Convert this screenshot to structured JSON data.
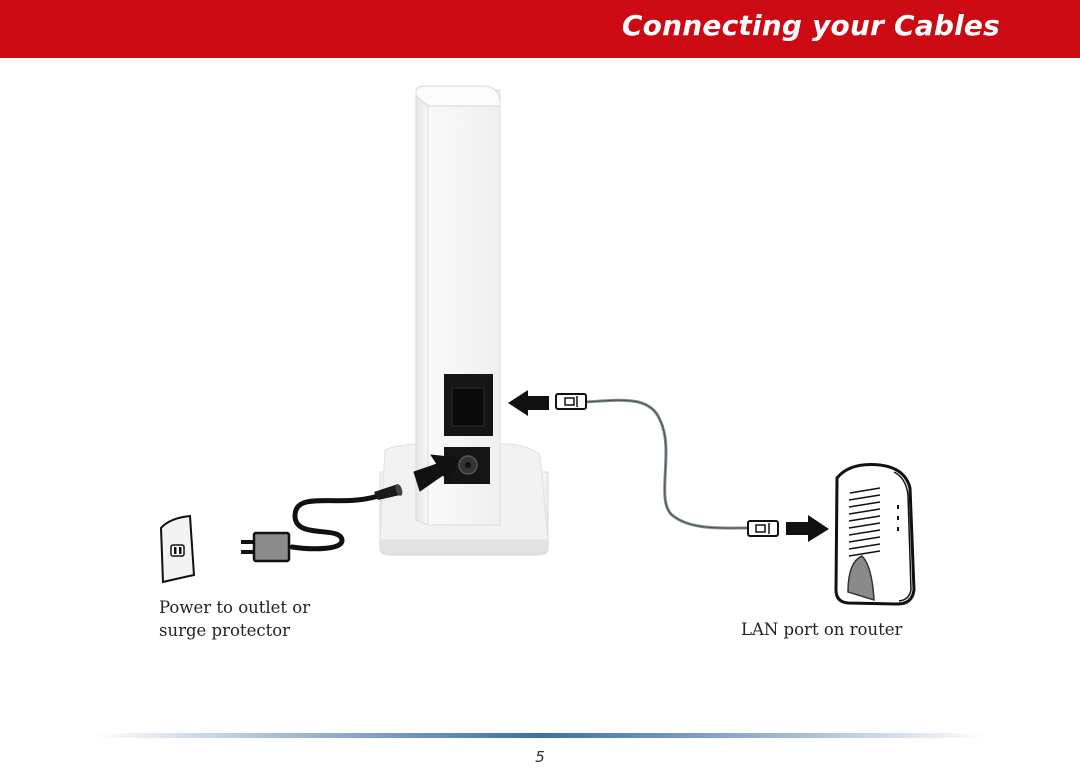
{
  "header": {
    "title": "Connecting your Cables",
    "background_color": "#cc0a14"
  },
  "illustration": {
    "device": "access-point",
    "objects": [
      "wall-outlet-icon",
      "power-adapter-icon",
      "ethernet-cable-icon",
      "router-icon",
      "arrow-icon"
    ]
  },
  "captions": {
    "power_line1": "Power to outlet or",
    "power_line2": "surge protector",
    "lan": "LAN port on router"
  },
  "footer": {
    "page_number": "5"
  }
}
